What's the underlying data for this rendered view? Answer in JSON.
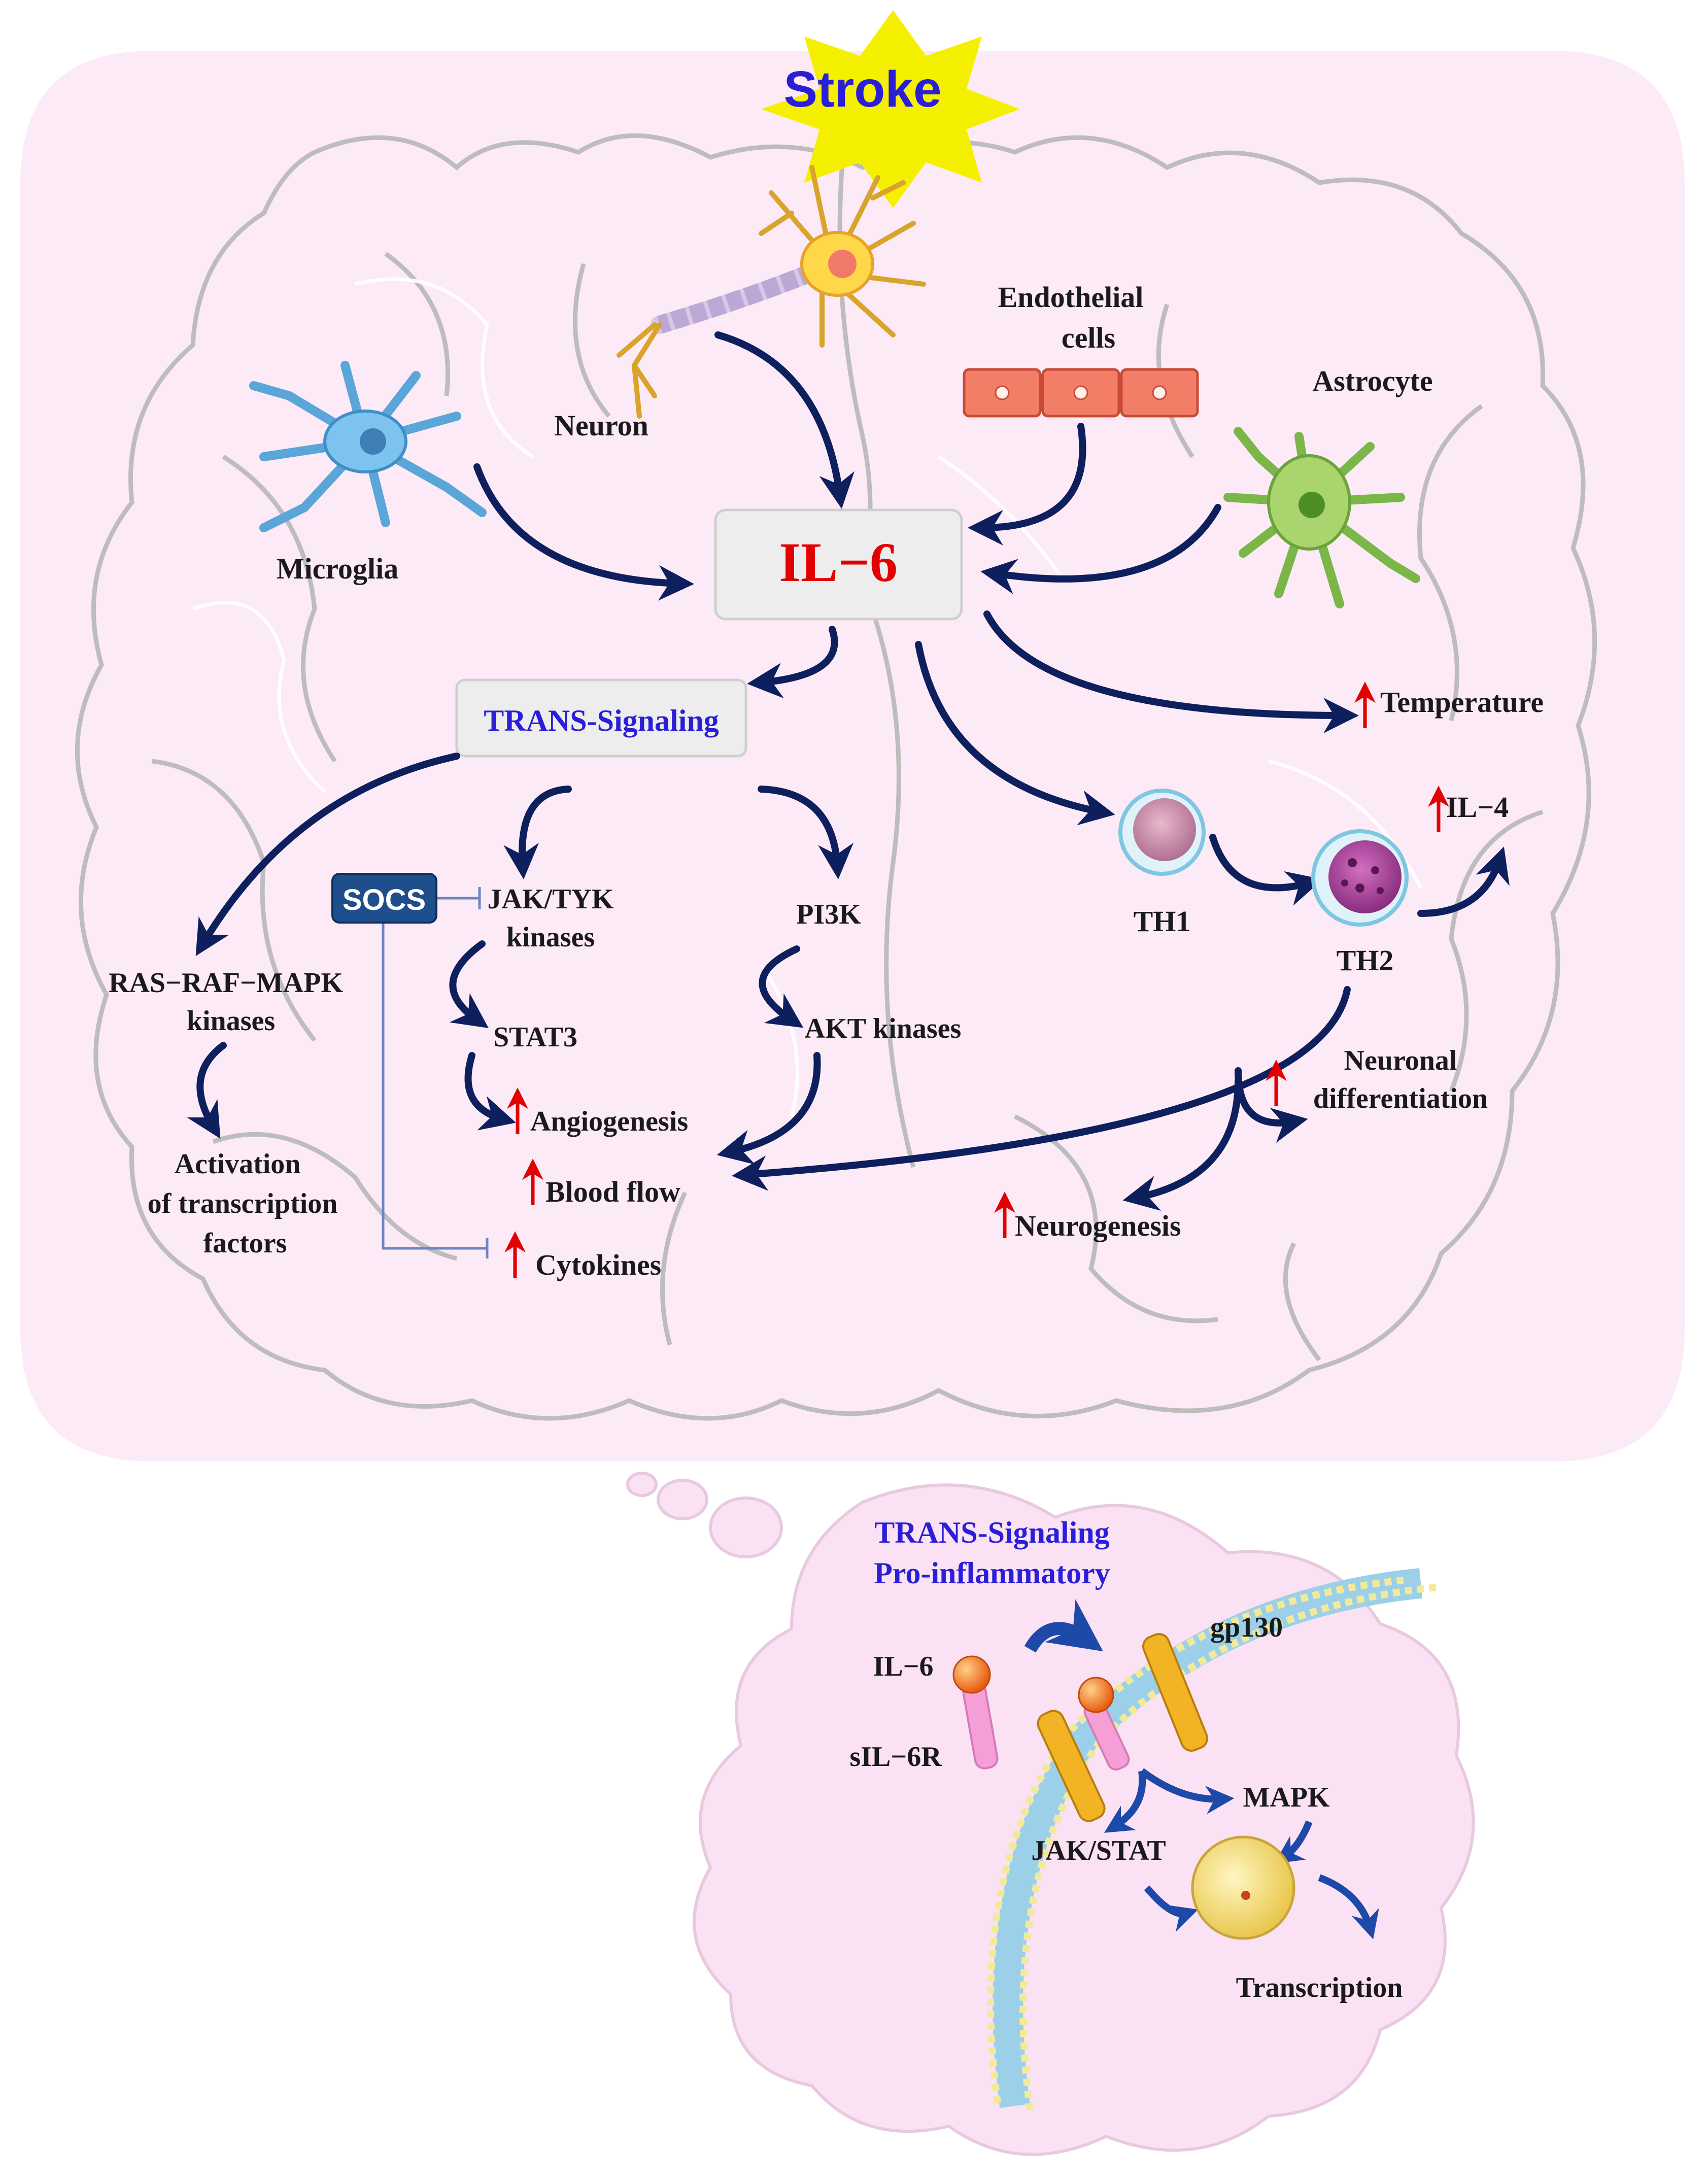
{
  "top": {
    "stroke": "Stroke",
    "il6": "IL−6",
    "trans_signaling": "TRANS-Signaling",
    "cells": {
      "microglia": "Microglia",
      "neuron": "Neuron",
      "endothelial_1": "Endothelial",
      "endothelial_2": "cells",
      "astrocyte": "Astrocyte",
      "th1": "TH1",
      "th2": "TH2"
    },
    "outcomes": {
      "temperature": "Temperature",
      "il4": "IL−4",
      "neuronal_1": "Neuronal",
      "neuronal_2": "differentiation",
      "neurogenesis": "Neurogenesis",
      "angiogenesis": "Angiogenesis",
      "blood_flow": "Blood flow",
      "cytokines": "Cytokines"
    },
    "pathways": {
      "socs": "SOCS",
      "jak_1": "JAK/TYK",
      "jak_2": "kinases",
      "stat3": "STAT3",
      "pi3k": "PI3K",
      "akt": "AKT kinases",
      "ras_1": "RAS−RAF−MAPK",
      "ras_2": "kinases",
      "act_1": "Activation",
      "act_2": "of transcription",
      "act_3": "factors"
    }
  },
  "bottom": {
    "title_1": "TRANS-Signaling",
    "title_2": "Pro-inflammatory",
    "il6": "IL−6",
    "sil6r": "sIL−6R",
    "gp130": "gp130",
    "mapk": "MAPK",
    "jakstat": "JAK/STAT",
    "transcription": "Transcription"
  },
  "colors": {
    "background_panel": "#fdeaf7",
    "arrow": "#0d1f5c",
    "blue_text": "#2a1fd6",
    "red": "#e30000",
    "stroke_star": "#f5f000",
    "socs_box": "#1f4e8c"
  }
}
